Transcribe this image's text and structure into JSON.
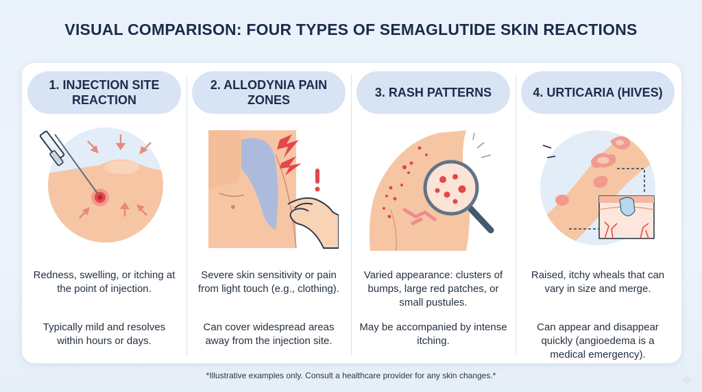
{
  "title": "VISUAL COMPARISON: FOUR TYPES OF SEMAGLUTIDE SKIN REACTIONS",
  "columns": [
    {
      "heading": "1. INJECTION SITE REACTION",
      "desc1": "Redness, swelling, or itching at the point of injection.",
      "desc2": "Typically mild and resolves within hours or days."
    },
    {
      "heading": "2. ALLODYNIA PAIN ZONES",
      "desc1": "Severe skin sensitivity or pain from light touch (e.g., clothing).",
      "desc2": "Can cover widespread areas away from the injection site."
    },
    {
      "heading": "3. RASH PATTERNS",
      "desc1": "Varied appearance: clusters of bumps, large red patches, or small pustules.",
      "desc2": "May be accompanied by intense itching."
    },
    {
      "heading": "4. URTICARIA (HIVES)",
      "desc1": "Raised, itchy wheals that can vary in size and merge.",
      "desc2": "Can appear and disappear quickly (angioedema is a medical emergency)."
    }
  ],
  "footnote": "*Illustrative examples only. Consult a healthcare provider for any skin changes.*",
  "colors": {
    "pill": "#d8e4f3",
    "skin": "#f6c6a4",
    "red": "#e2474a",
    "pain_zone": "#9fb9e6"
  },
  "icons": [
    "syringe-icon",
    "lightning-icon",
    "exclamation-icon",
    "magnifier-icon",
    "skin-cross-section-icon"
  ]
}
